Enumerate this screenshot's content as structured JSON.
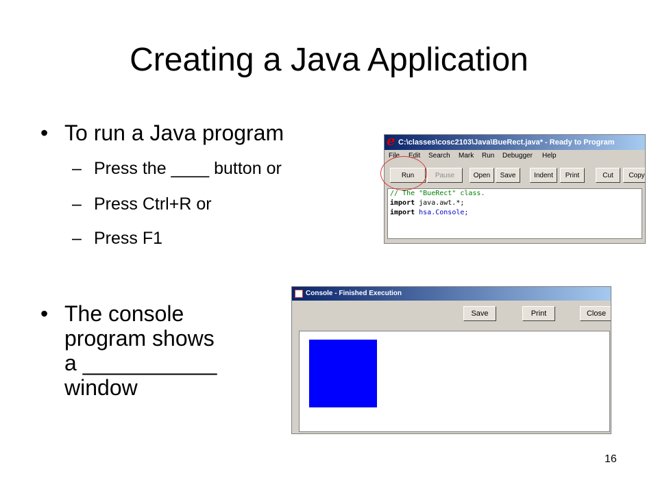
{
  "slide": {
    "title": "Creating a Java Application",
    "page_number": "16"
  },
  "bullets": [
    {
      "text": "To run a Java program",
      "subitems": [
        "Press the ____ button or",
        "Press Ctrl+R or",
        "Press F1"
      ]
    },
    {
      "lines": [
        "The console",
        "program shows",
        "a ___________",
        "window"
      ]
    }
  ],
  "rtp_window": {
    "title": "C:\\classes\\cosc2103\\Java\\BueRect.java* - Ready to Program",
    "logo": "e",
    "menu": [
      "File",
      "Edit",
      "Search",
      "Mark",
      "Run",
      "Debugger",
      "Help"
    ],
    "toolbar": [
      "Run",
      "Pause",
      "Open",
      "Save",
      "Indent",
      "Print",
      "Cut",
      "Copy"
    ],
    "code": [
      "// The \"BueRect\" class.",
      "import",
      " java.awt.*;",
      "import",
      "hsa.Console;"
    ]
  },
  "console_window": {
    "title": "Console - Finished Execution",
    "buttons": [
      "Save",
      "Print",
      "Close"
    ],
    "rect_color": "#0000ff"
  },
  "colors": {
    "annotation_circle": "#d83a3a",
    "title_bar": "#0a246a"
  }
}
